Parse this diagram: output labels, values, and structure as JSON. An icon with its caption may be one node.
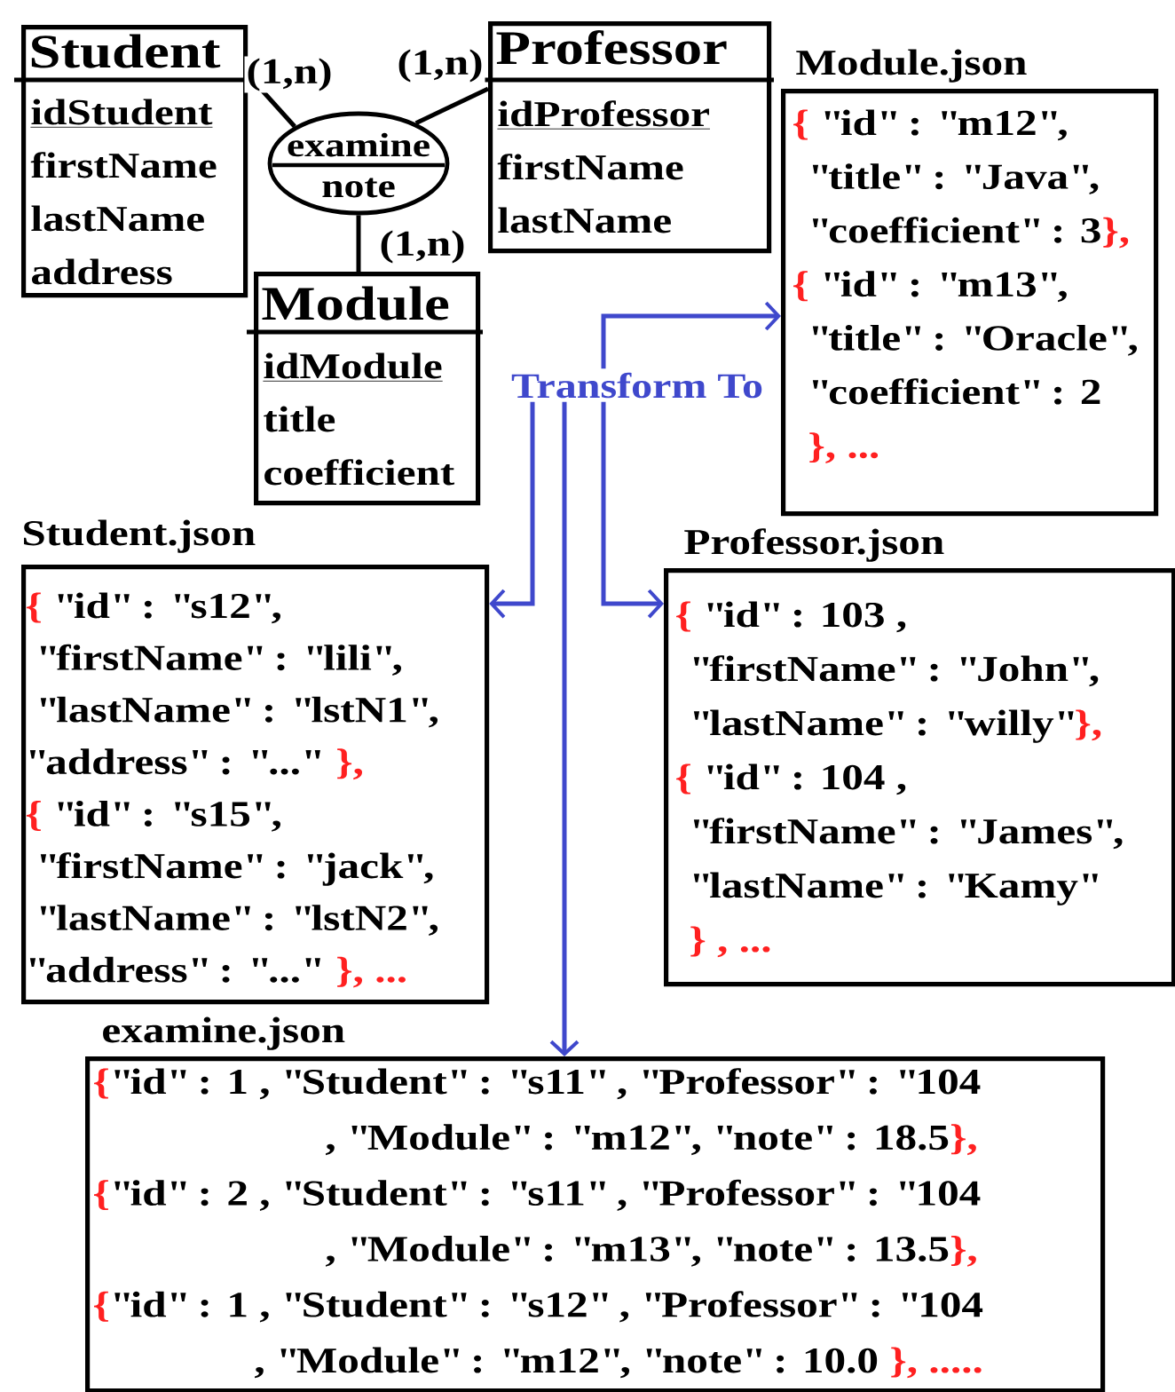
{
  "diagram": {
    "nodes": [
      {
        "text": [
          "Student",
          "idStudent",
          "firstName",
          "lastName",
          "address"
        ]
      },
      {
        "text": [
          "examine",
          "note"
        ]
      },
      {
        "text": [
          "Professor",
          "idProfessor",
          "firstName",
          "lastName"
        ]
      },
      {
        "text": [
          "Module",
          "idModule",
          "title",
          "coefficient"
        ]
      },
      {
        "text": [
          "Transform To"
        ]
      },
      {
        "text": [
          "Module.json",
          "{",
          "\"id\" : \"m12\",",
          "\"title\" : \"Java\",",
          "\"coefficient\" : 3",
          "},",
          "{",
          "\"id\" : \"m13\",",
          "\"title\" : \"Oracle\",",
          "\"coefficient\" : 2",
          "}, ..."
        ]
      },
      {
        "text": [
          "Student.json",
          "{",
          "\"id\" : \"s12\",",
          "\"firstName\" : \"lili\",",
          "\"lastName\" : \"lstN1\",",
          "\"address\" :  \"...\"",
          "},",
          "{",
          "\"id\" : \"s15\",",
          "\"firstName\" : \"jack\",",
          "\"lastName\" : \"lstN2\",",
          "\"address\" : \"...\"",
          "}, ..."
        ]
      },
      {
        "text": [
          "Professor.json",
          "{",
          "\"id\" : 103 ,",
          "\"firstName\" : \"John\",",
          "\"lastName\" : \"willy\"",
          "},",
          "{",
          "\"id\" : 104 ,",
          "\"firstName\" : \"James\",",
          "\"lastName\" : \"Kamy\"",
          "} , ..."
        ]
      },
      {
        "text": [
          "examine.json",
          "{",
          "\"id\" : 1 , \"Student\" : \"s11\" , \"Professor\" : \"104",
          ", \"Module\" : \"m12\", \"note\" : 18.5",
          "},",
          "{",
          "\"id\" : 2 , \"Student\" : \"s11\" , \"Professor\" : \"104",
          ", \"Module\" : \"m13\", \"note\" : 13.5",
          "},",
          "{",
          "\"id\" : 1 , \"Student\" : \"s12\" , \"Professor\" : \"104",
          ", \"Module\" : \"m12\", \"note\" : 10.0",
          "}, ....."
        ]
      }
    ],
    "edges": [
      {
        "from": 0,
        "to": 1,
        "arrow": "none",
        "label": "(1,n)",
        "color": "#000000"
      },
      {
        "from": 2,
        "to": 1,
        "arrow": "none",
        "label": "(1,n)",
        "color": "#000000"
      },
      {
        "from": 3,
        "to": 1,
        "arrow": "none",
        "label": "(1,n)",
        "color": "#000000"
      },
      {
        "from": 4,
        "to": 5,
        "arrow": "to",
        "color": "#3f48cc"
      },
      {
        "from": 4,
        "to": 6,
        "arrow": "to",
        "color": "#3f48cc"
      },
      {
        "from": 4,
        "to": 7,
        "arrow": "to",
        "color": "#3f48cc"
      },
      {
        "from": 4,
        "to": 8,
        "arrow": "to",
        "color": "#3f48cc"
      }
    ]
  }
}
